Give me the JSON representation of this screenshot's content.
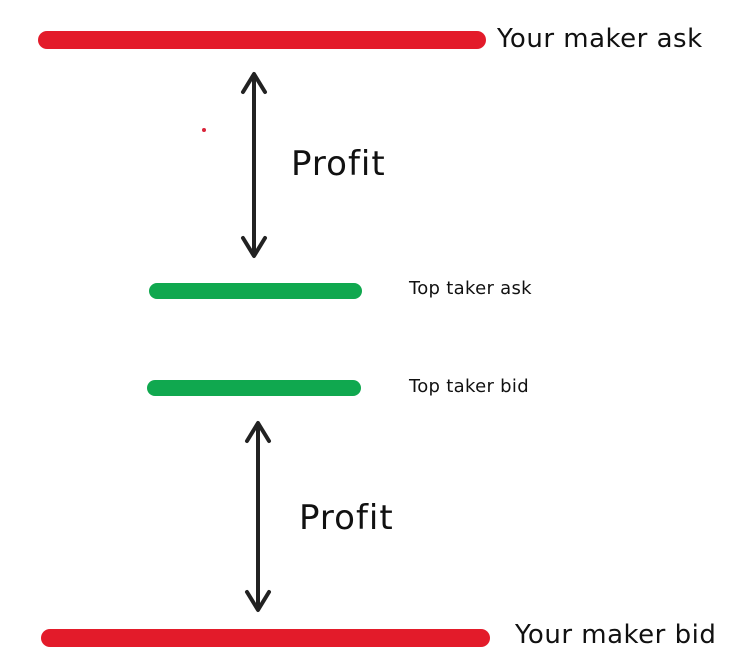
{
  "colors": {
    "maker": "#e31b2a",
    "taker": "#10a84f",
    "arrow": "#222222",
    "dot": "#d9243a"
  },
  "labels": {
    "maker_ask": "Your maker ask",
    "top_taker_ask": "Top taker ask",
    "top_taker_bid": "Top taker bid",
    "maker_bid": "Your maker bid",
    "profit_upper": "Profit",
    "profit_lower": "Profit"
  }
}
